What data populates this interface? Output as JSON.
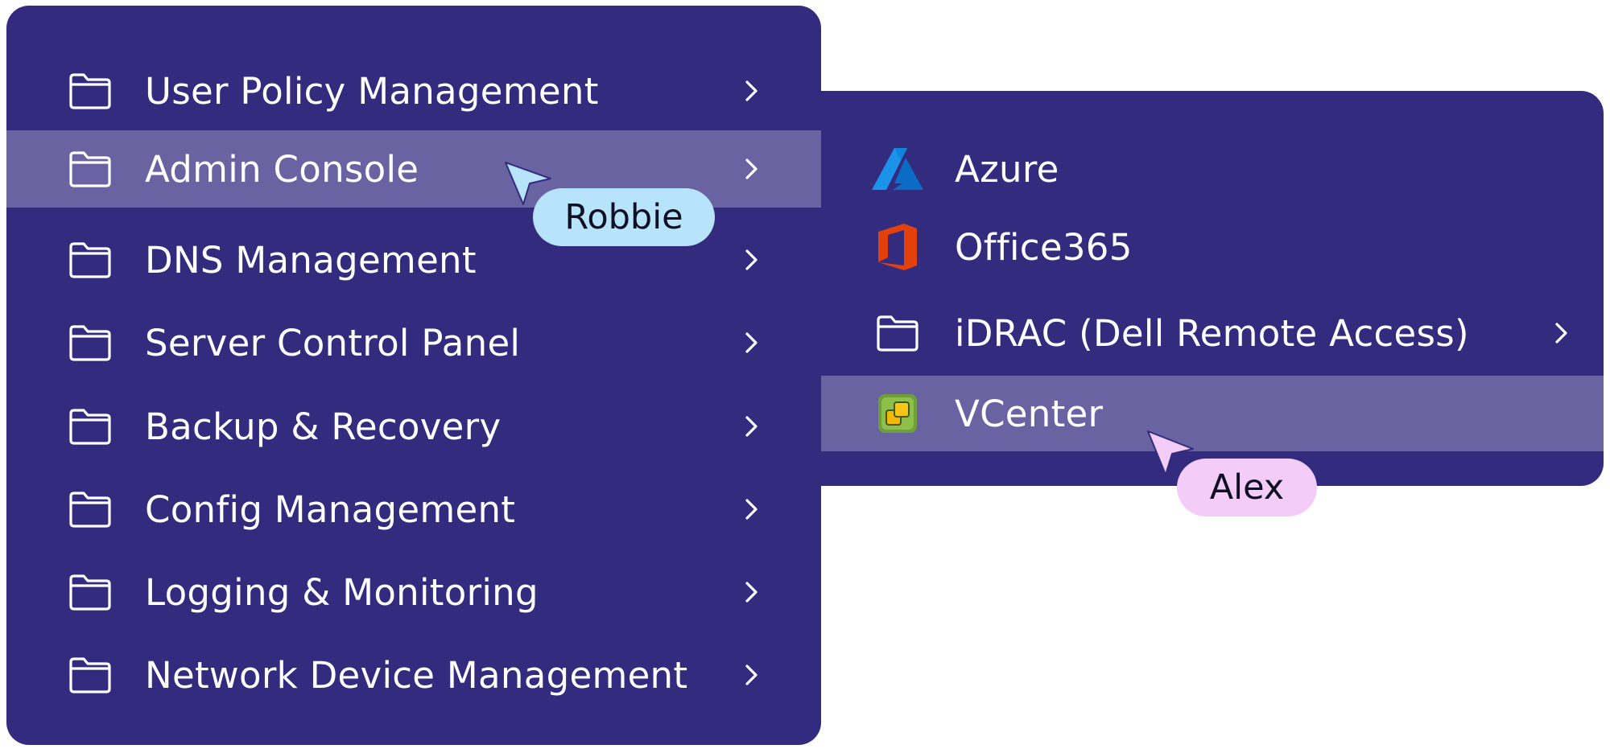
{
  "main_menu": {
    "items": [
      {
        "label": "User Policy Management",
        "icon": "folder-icon",
        "active": false
      },
      {
        "label": "Admin Console",
        "icon": "folder-icon",
        "active": true
      },
      {
        "label": "DNS Management",
        "icon": "folder-icon",
        "active": false
      },
      {
        "label": "Server Control Panel",
        "icon": "folder-icon",
        "active": false
      },
      {
        "label": "Backup & Recovery",
        "icon": "folder-icon",
        "active": false
      },
      {
        "label": "Config Management",
        "icon": "folder-icon",
        "active": false
      },
      {
        "label": "Logging & Monitoring",
        "icon": "folder-icon",
        "active": false
      },
      {
        "label": "Network Device Management",
        "icon": "folder-icon",
        "active": false
      }
    ]
  },
  "sub_menu": {
    "items": [
      {
        "label": "Azure",
        "icon": "azure-icon",
        "active": false,
        "has_submenu": false
      },
      {
        "label": "Office365",
        "icon": "office365-icon",
        "active": false,
        "has_submenu": false
      },
      {
        "label": "iDRAC (Dell Remote Access)",
        "icon": "folder-icon",
        "active": false,
        "has_submenu": true
      },
      {
        "label": "VCenter",
        "icon": "vcenter-icon",
        "active": true,
        "has_submenu": false
      }
    ]
  },
  "cursors": {
    "robbie": {
      "name": "Robbie",
      "color": "#b8e4fb"
    },
    "alex": {
      "name": "Alex",
      "color": "#f3cdf8"
    }
  },
  "colors": {
    "menu_background": "#322b7e",
    "highlight": "#6760a5",
    "text": "#ffffff",
    "azure_blue": "#0a7ad2",
    "office_orange": "#e2410e",
    "vcenter_green": "#7cb342",
    "vcenter_yellow": "#f5b800"
  }
}
